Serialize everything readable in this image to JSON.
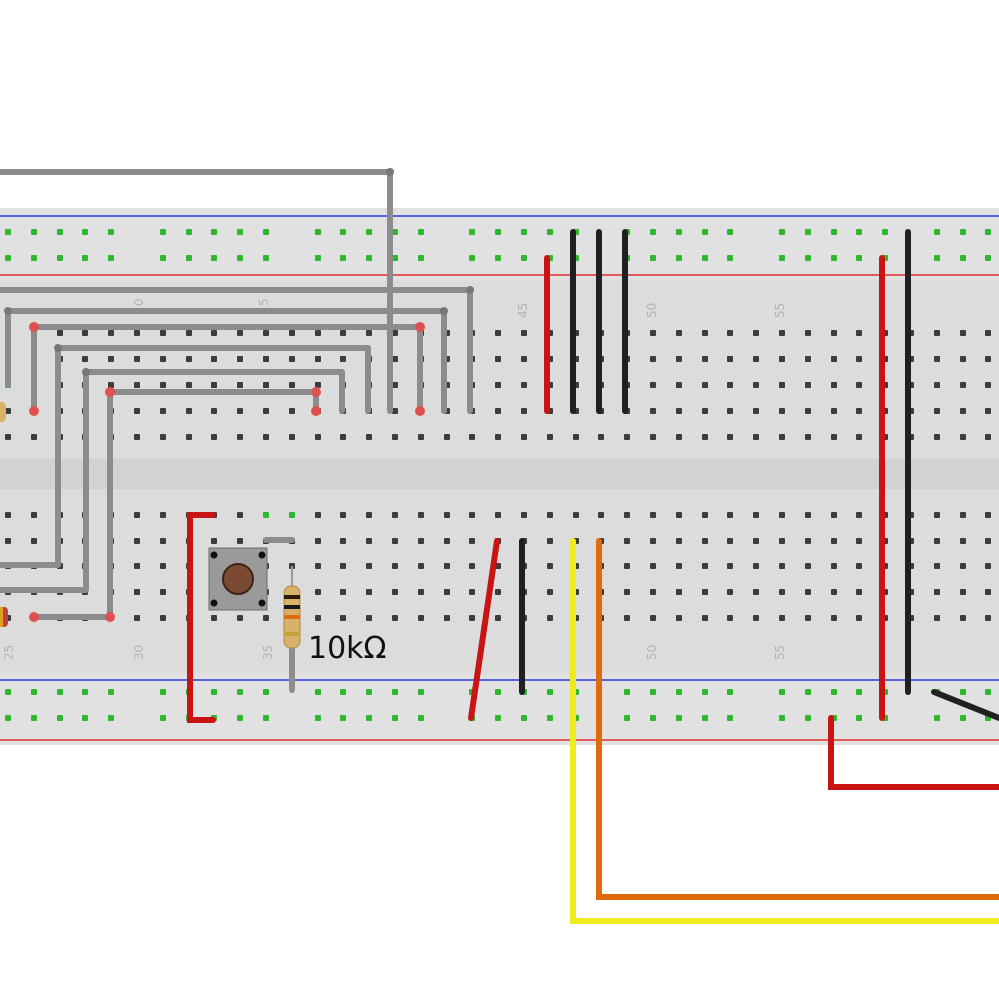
{
  "diagram": {
    "type": "breadboard",
    "colors": {
      "board": "#dcdcdc",
      "board_center": "#d2d2d2",
      "rail_blue": "#2a3bd6",
      "rail_red": "#e03030",
      "hole": "#3c3c3c",
      "hole_active": "#2fb82f",
      "wire_gray": "#8c8c8c",
      "wire_red": "#c81414",
      "wire_black": "#202020",
      "wire_yellow": "#f0eb1e",
      "wire_orange": "#de6a0c"
    },
    "top_column_labels": [
      "0",
      "5",
      "45",
      "50",
      "55"
    ],
    "bottom_column_labels": [
      "25",
      "30",
      "35",
      "50",
      "55"
    ],
    "components": {
      "resistor": {
        "label": "10kΩ"
      },
      "pushbutton": {
        "label": ""
      }
    },
    "wires": [
      {
        "id": "gray-long-top",
        "color": "wire_gray"
      },
      {
        "id": "gray-bus-1",
        "color": "wire_gray"
      },
      {
        "id": "gray-bus-2",
        "color": "wire_gray"
      },
      {
        "id": "gray-bus-3",
        "color": "wire_gray"
      },
      {
        "id": "gray-bus-4",
        "color": "wire_gray"
      },
      {
        "id": "gray-bus-5",
        "color": "wire_gray"
      },
      {
        "id": "gray-bus-6",
        "color": "wire_gray"
      },
      {
        "id": "red-power-top",
        "color": "wire_red"
      },
      {
        "id": "black-gnd-1",
        "color": "wire_black"
      },
      {
        "id": "black-gnd-2",
        "color": "wire_black"
      },
      {
        "id": "black-gnd-3",
        "color": "wire_black"
      },
      {
        "id": "red-bracket",
        "color": "wire_red"
      },
      {
        "id": "red-diagonal",
        "color": "wire_red"
      },
      {
        "id": "black-bottom",
        "color": "wire_black"
      },
      {
        "id": "yellow-signal",
        "color": "wire_yellow"
      },
      {
        "id": "orange-signal",
        "color": "wire_orange"
      },
      {
        "id": "red-rail-link",
        "color": "wire_red"
      },
      {
        "id": "black-rail-link",
        "color": "wire_black"
      },
      {
        "id": "red-offboard",
        "color": "wire_red"
      },
      {
        "id": "black-offboard",
        "color": "wire_black"
      }
    ]
  }
}
